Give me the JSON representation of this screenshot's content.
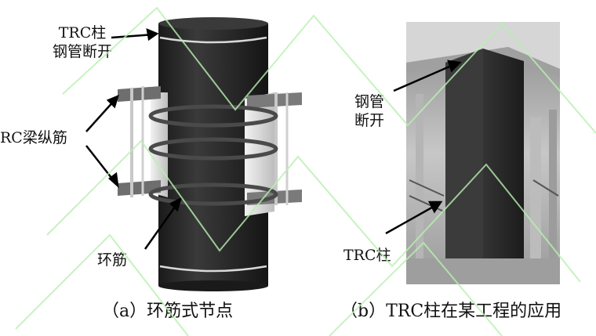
{
  "left_panel": {
    "label_trc_line1": "TRC柱",
    "label_trc_line2": "钢管断开",
    "label_rc": "RC梁纵筋",
    "label_ring": "环筋",
    "caption": "（a）环筋式节点"
  },
  "right_panel": {
    "label_steel_line1": "钢管",
    "label_steel_line2": "断开",
    "label_trc": "TRC柱",
    "caption": "（b）TRC柱在某工程的应用"
  },
  "colors": {
    "column": "#2b2b2b",
    "beam_bar": "#6e6e6e",
    "stirrup": "#c8c8c8",
    "watermark": "#b8f0b0",
    "arrow": "#000000"
  }
}
